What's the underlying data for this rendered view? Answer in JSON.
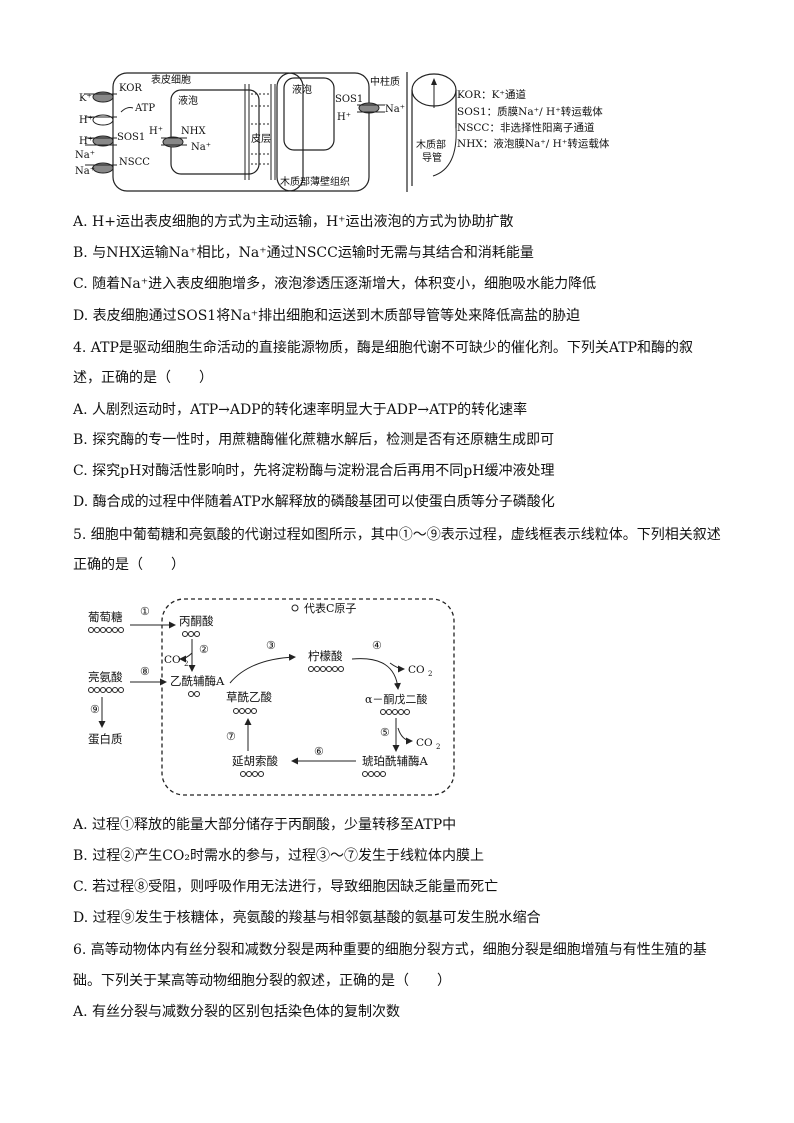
{
  "fig1": {
    "epidermal_cell": "表皮细胞",
    "vacuole_1": "液泡",
    "vacuole_2": "液泡",
    "cortex": "皮层",
    "xylem_parenchyma": "木质部薄壁组织",
    "stele": "中柱质",
    "vessel_1": "木质部",
    "vessel_2": "导管",
    "kor": "KOR",
    "atp": "ATP",
    "sos1_left": "SOS1",
    "sos1_right": "SOS1",
    "nscc": "NSCC",
    "nhx": "NHX",
    "k_ion": "K⁺",
    "h_ion_1": "H⁺",
    "h_ion_2": "H⁺",
    "na_ion_1": "Na⁺",
    "na_ion_2": "Na⁺",
    "h_ion_3": "H⁺",
    "na_ion_3": "Na⁺",
    "h_ion_4": "H⁺",
    "na_ion_4": "Na⁺",
    "legend": [
      "KOR：K⁺通道",
      "SOS1：质膜Na⁺/ H⁺转运载体",
      "NSCC：非选择性阳离子通道",
      "NHX：液泡膜Na⁺/ H⁺转运载体"
    ]
  },
  "q3_options": [
    "A. H+运出表皮细胞的方式为主动运输，H⁺运出液泡的方式为协助扩散",
    "B. 与NHX运输Na⁺相比，Na⁺通过NSCC运输时无需与其结合和消耗能量",
    "C. 随着Na⁺进入表皮细胞增多，液泡渗透压逐渐增大，体积变小，细胞吸水能力降低",
    "D. 表皮细胞通过SOS1将Na⁺排出细胞和运送到木质部导管等处来降低高盐的胁迫"
  ],
  "q4": {
    "stem_line1": "4. ATP是驱动细胞生命活动的直接能源物质，酶是细胞代谢不可缺少的催化剂。下列关ATP和酶的叙",
    "stem_line2": "述，正确的是（　　）",
    "options": [
      "A. 人剧烈运动时，ATP→ADP的转化速率明显大于ADP→ATP的转化速率",
      "B. 探究酶的专一性时，用蔗糖酶催化蔗糖水解后，检测是否有还原糖生成即可",
      "C. 探究pH对酶活性影响时，先将淀粉酶与淀粉混合后再用不同pH缓冲液处理",
      "D. 酶合成的过程中伴随着ATP水解释放的磷酸基团可以使蛋白质等分子磷酸化"
    ]
  },
  "q5": {
    "stem_line1": "5. 细胞中葡萄糖和亮氨酸的代谢过程如图所示，其中①～⑨表示过程，虚线框表示线粒体。下列相关叙述",
    "stem_line2": "正确的是（　　）",
    "diagram": {
      "legend": "代表C原子",
      "glucose": "葡萄糖",
      "pyruvate": "丙酮酸",
      "co2_a": "CO",
      "acetyl_coa": "乙酰辅酶A",
      "leucine": "亮氨酸",
      "protein": "蛋白质",
      "citrate": "柠檬酸",
      "co2_b": "CO",
      "oxaloacetate": "草酰乙酸",
      "akg": "α－酮戊二酸",
      "co2_c": "CO",
      "fumarate": "延胡索酸",
      "succinyl_coa": "琥珀酰辅酶A",
      "sub2": "2",
      "n1": "①",
      "n2": "②",
      "n3": "③",
      "n4": "④",
      "n5": "⑤",
      "n6": "⑥",
      "n7": "⑦",
      "n8": "⑧",
      "n9": "⑨"
    },
    "options": [
      "A. 过程①释放的能量大部分储存于丙酮酸，少量转移至ATP中",
      "B. 过程②产生CO₂时需水的参与，过程③～⑦发生于线粒体内膜上",
      "C. 若过程⑧受阻，则呼吸作用无法进行，导致细胞因缺乏能量而死亡",
      "D. 过程⑨发生于核糖体，亮氨酸的羧基与相邻氨基酸的氨基可发生脱水缩合"
    ]
  },
  "q6": {
    "stem_line1": "6. 高等动物体内有丝分裂和减数分裂是两种重要的细胞分裂方式，细胞分裂是细胞增殖与有性生殖的基",
    "stem_line2": "础。下列关于某高等动物细胞分裂的叙述，正确的是（　　）",
    "options": [
      "A. 有丝分裂与减数分裂的区别包括染色体的复制次数"
    ]
  }
}
